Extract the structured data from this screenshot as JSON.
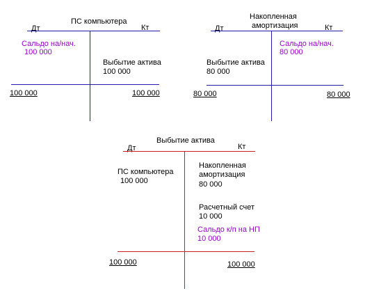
{
  "colors": {
    "blue_line": "#1f1fa8",
    "red_line": "#cc1f1f",
    "purple_text": "#9900cc",
    "text": "#000000"
  },
  "accounts": [
    {
      "title": "ПС компьютера",
      "debit_label": "Дт",
      "credit_label": "Кт",
      "opening_balance_label": "Сальдо на/нач.",
      "opening_balance_value": "100 000",
      "entry_label": "Выбытие актива",
      "entry_value": "100 000",
      "turnover_debit": "100 000",
      "turnover_credit": "100 000"
    },
    {
      "title_line1": "Накопленная",
      "title_line2": "амортизация",
      "debit_label": "Дт",
      "credit_label": "Кт",
      "entry_label": "Выбытие актива",
      "entry_value": "80 000",
      "opening_balance_label": "Сальдо на/нач.",
      "opening_balance_value": "80 000",
      "turnover_debit": "80 000",
      "turnover_credit": "80 000"
    },
    {
      "title": "Выбытие актива",
      "debit_label": "Дт",
      "credit_label": "Кт",
      "debit_entry_label": "ПС компьютера",
      "debit_entry_value": "100 000",
      "credit_entry1_line1": "Накопленная",
      "credit_entry1_line2": "амортизация",
      "credit_entry1_value": "80 000",
      "credit_entry2_label": "Расчетный счет",
      "credit_entry2_value": "10 000",
      "closing_balance_label": "Сальдо к/п на НП",
      "closing_balance_value": "10 000",
      "turnover_debit": "100 000",
      "turnover_credit": "100 000"
    }
  ]
}
